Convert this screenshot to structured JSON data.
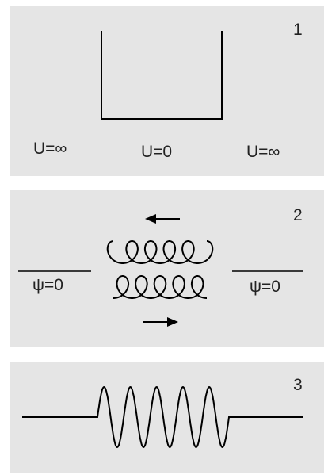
{
  "panels": [
    {
      "number": "1",
      "labels": {
        "left": "U=∞",
        "center": "U=0",
        "right": "U=∞"
      }
    },
    {
      "number": "2",
      "labels": {
        "left": "ψ=0",
        "right": "ψ=0"
      }
    },
    {
      "number": "3"
    }
  ],
  "colors": {
    "panel": "#e5e5e5",
    "line": "#000000"
  }
}
